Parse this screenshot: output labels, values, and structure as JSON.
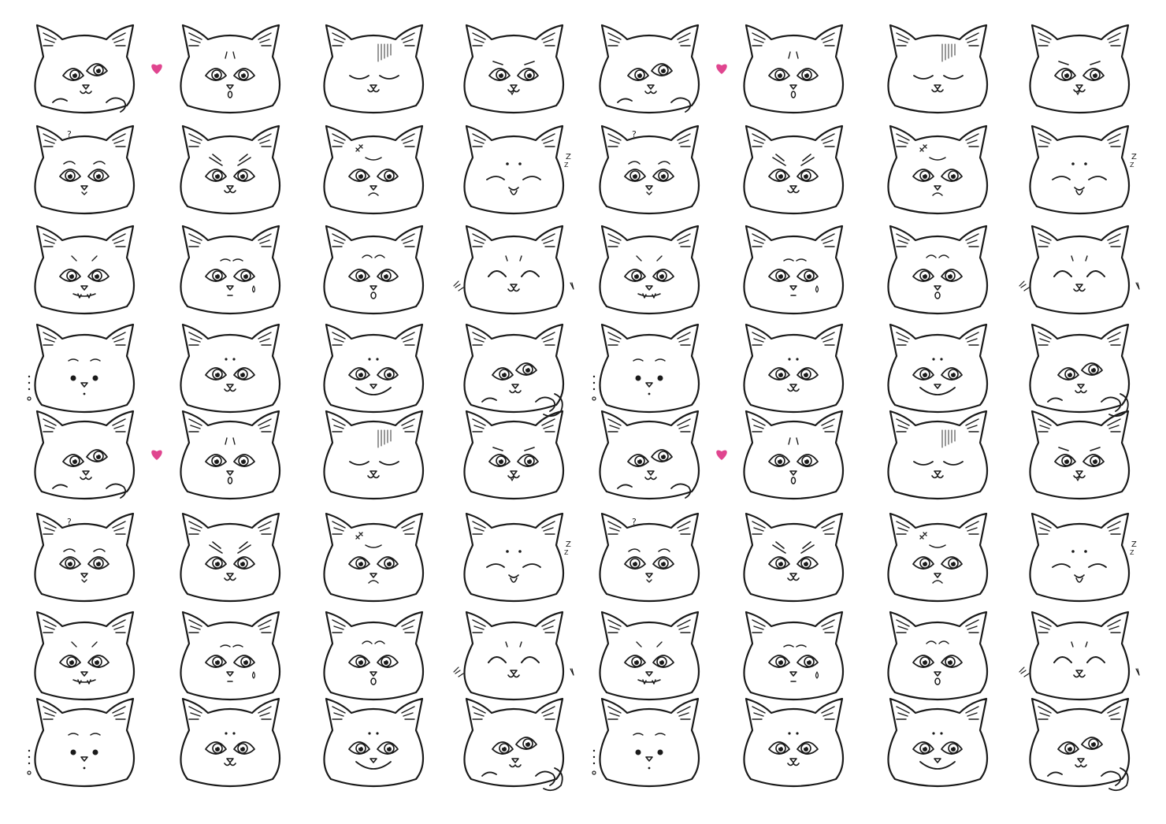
{
  "sheet": {
    "columns": 8,
    "rows": 8,
    "repeat_columns": 4,
    "repeat_rows": 4,
    "line_color": "#1a1a1a",
    "heart_color": "#e0458f"
  },
  "rows": [
    [
      "peek-love",
      "surprised",
      "embarrassed-shade",
      "smirk"
    ],
    [
      "confused",
      "angry",
      "annoyed",
      "sleepy"
    ],
    [
      "mischievous",
      "nervous-sweat",
      "shocked",
      "happy-laugh"
    ],
    [
      "silent-dots",
      "neutral",
      "smile",
      "peek-side"
    ]
  ],
  "icons": {
    "heart": "heart-icon",
    "question": "question-mark",
    "sleep": "zzz",
    "anger": "anger-vein",
    "sweat": "sweat-drop"
  },
  "glyphs": {
    "question": "?",
    "zzz": "Z"
  }
}
